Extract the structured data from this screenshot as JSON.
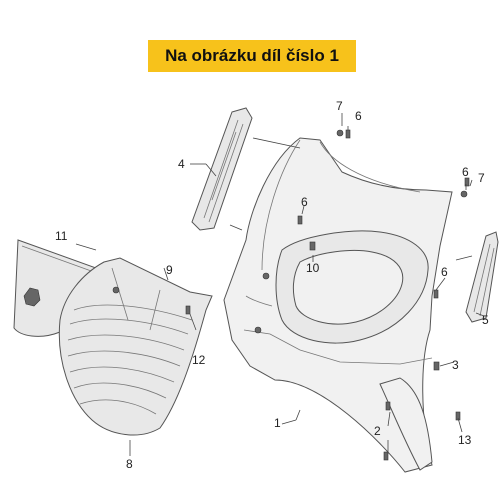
{
  "banner": {
    "title": "Na obrázku díl číslo 1"
  },
  "callouts": [
    "1",
    "2",
    "3",
    "4",
    "5",
    "6",
    "6",
    "6",
    "7",
    "7",
    "8",
    "9",
    "10",
    "11",
    "12",
    "13"
  ]
}
